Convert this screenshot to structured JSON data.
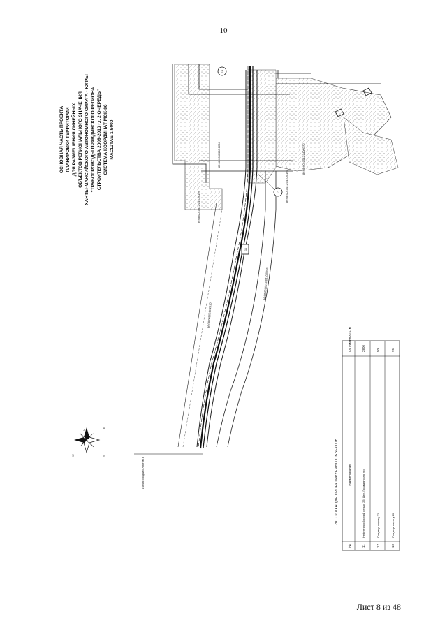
{
  "page": {
    "number": "10",
    "sheet": "Лист 8 из 48"
  },
  "title_block": {
    "lines": [
      "ОСНОВНАЯ ЧАСТЬ ПРОЕКТА",
      "ПЛАНИРОВКИ ТЕРРИТОРИИ",
      "ДЛЯ РАЗМЕЩЕНИЯ ЛИНЕЙНЫХ",
      "ОБЪЕКТОВ РЕГИОНАЛЬНОГО ЗНАЧЕНИЯ",
      "ХАНТЫ-МАНСИЙСКОГО АВТОНОМНОГО ОКРУГА - ЮГРЫ",
      "\"ТРУБОПРОВОДЫ ПРАВДИНСКОГО РЕГИОНА",
      "СТРОИТЕЛЬСТВА 2008-2010 г.г. 2 ОЧЕРЕДЬ\"",
      "СИСТЕМА КООРДИНАТ МСК-86",
      "МАСШТАБ 1:5000"
    ]
  },
  "compass": {
    "n": "N",
    "e": "E",
    "s": "S",
    "w": "W"
  },
  "map": {
    "markers": [
      "18",
      "17",
      "11"
    ],
    "match_line": "Линия сводки с листом 8",
    "parcel_labels": [
      "86:08:0010012:0410/0195",
      "86:08:0010012:240/0170",
      "86:08:0010012:0410/0169",
      "86:08:0010014:0410/0195",
      "86:08:0010014:2315",
      "86:08:0000000:1234"
    ]
  },
  "legend": {
    "title": "ЭКСПЛИКАЦИЯ ПРОЕКТИРУЕМЫХ ОБЪЕКТОВ",
    "headers": {
      "num": "№",
      "name": "Наименование",
      "length": "Протяжённость, м"
    },
    "rows": [
      {
        "num": "11",
        "name": "Нефтегазосборный сеть к. 23, Цнн, Правдинская нпс",
        "length": "2806"
      },
      {
        "num": "17",
        "name": "Подъезд к кусту 22",
        "length": "50"
      },
      {
        "num": "18",
        "name": "Подъезд к кусту 23",
        "length": "95"
      }
    ]
  }
}
